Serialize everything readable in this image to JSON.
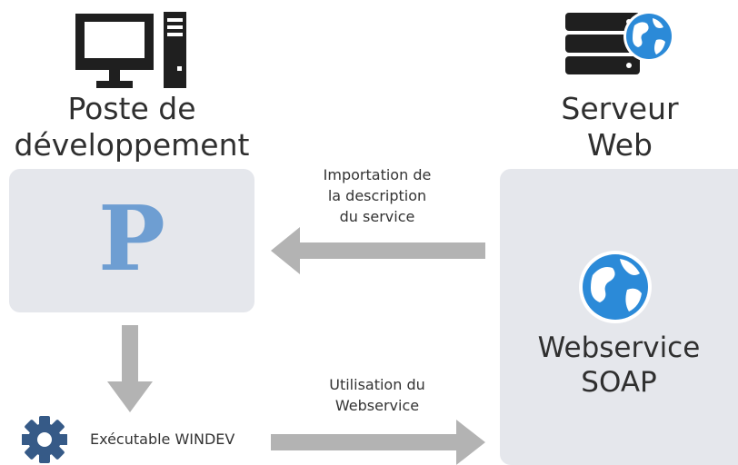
{
  "left": {
    "heading_line1": "Poste de",
    "heading_line2": "développement",
    "box_letter": "P"
  },
  "right": {
    "heading_line1": "Serveur",
    "heading_line2": "Web",
    "service_line1": "Webservice",
    "service_line2": "SOAP"
  },
  "arrows": {
    "import_line1": "Importation de",
    "import_line2": "la description",
    "import_line3": "du service",
    "usage_line1": "Utilisation du",
    "usage_line2": "Webservice"
  },
  "executable": {
    "label": "Exécutable WINDEV",
    "icon": "gear-icon"
  },
  "icons": {
    "computer": "desktop-computer-icon",
    "server": "server-globe-icon",
    "globe": "globe-icon"
  },
  "colors": {
    "box_background": "#e5e7ec",
    "arrow": "#b3b3b3",
    "accent_blue": "#2b8ad8",
    "p_letter": "#6e9ed2",
    "dark_icon": "#1f1f1f",
    "gear": "#365a87"
  }
}
